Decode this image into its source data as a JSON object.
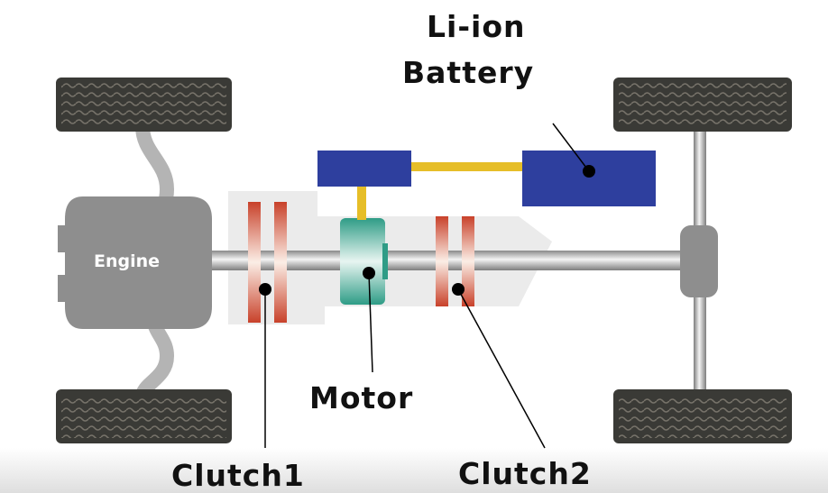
{
  "labels": {
    "battery_line1": "Li-ion",
    "battery_line2": "Battery",
    "engine": "Engine",
    "motor": "Motor",
    "clutch1": "Clutch1",
    "clutch2": "Clutch2"
  },
  "colors": {
    "tire": "#3a3a36",
    "tire_pattern": "#6e6b60",
    "engine": "#8e8e8e",
    "shaft": "#9a9a9a",
    "housing": "#ebebeb",
    "clutch": "#c8412a",
    "motor": "#2e9c86",
    "inverter": "#2e3f9e",
    "cable": "#e6be28"
  },
  "icons": {
    "wheels": "tire-icon",
    "engine": "engine-block",
    "motor": "motor-unit",
    "battery": "battery-pack"
  }
}
